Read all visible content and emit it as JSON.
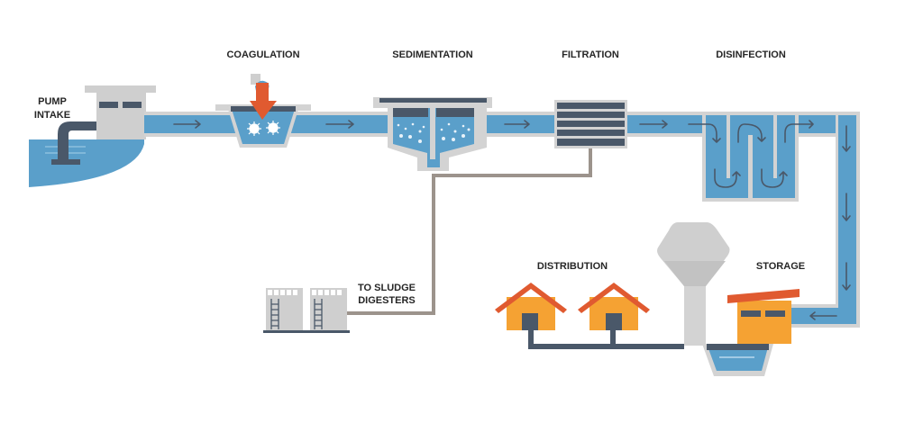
{
  "labels": {
    "pump_intake_1": "PUMP",
    "pump_intake_2": "INTAKE",
    "coagulation": "COAGULATION",
    "sedimentation": "SEDIMENTATION",
    "filtration": "FILTRATION",
    "disinfection": "DISINFECTION",
    "sludge_1": "TO SLUDGE",
    "sludge_2": "DIGESTERS",
    "distribution": "DISTRIBUTION",
    "storage": "STORAGE"
  },
  "colors": {
    "water": "#5a9fca",
    "structure": "#cfcfcf",
    "dark": "#4a5869",
    "sludge_pipe": "#9c938c",
    "house": "#f5a233",
    "roof": "#e05a30"
  }
}
